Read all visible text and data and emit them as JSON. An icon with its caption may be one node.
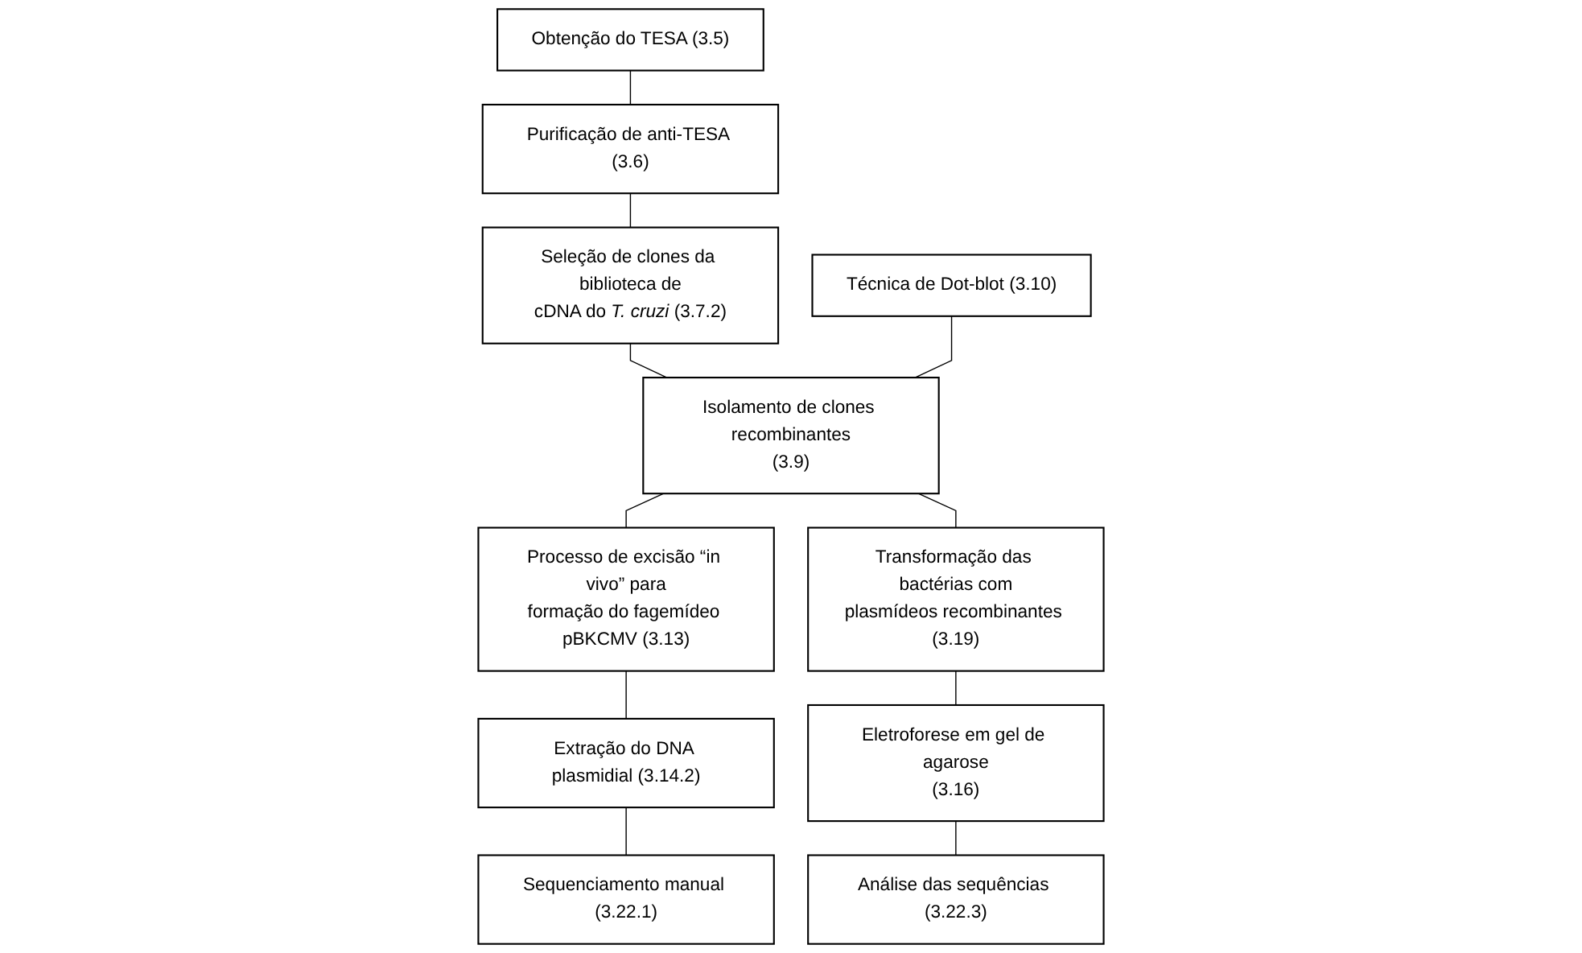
{
  "diagram": {
    "nodes": [
      {
        "text": [
          "Obtenção do TESA (3.5)"
        ]
      },
      {
        "text": [
          "Purificação de anti-TESA (3.6)"
        ]
      },
      {
        "text": [
          "Seleção de clones da biblioteca de cDNA do *T. cruzi* (3.7.2)"
        ]
      },
      {
        "text": [
          "Técnica de Dot-blot (3.10)"
        ]
      },
      {
        "text": [
          "Isolamento de clones recombinantes (3.9)"
        ]
      },
      {
        "text": [
          "Processo de excisão “in vivo” para formação do fagemídeo pBKCMV (3.13)"
        ]
      },
      {
        "text": [
          "Transformação das bactérias com plasmídeos recombinantes (3.19)"
        ]
      },
      {
        "text": [
          "Extração do DNA plasmidial (3.14.2)"
        ]
      },
      {
        "text": [
          "Eletroforese em gel de agarose (3.16)"
        ]
      },
      {
        "text": [
          "Sequenciamento manual (3.22.1)"
        ]
      },
      {
        "text": [
          "Análise das sequências (3.22.3)"
        ]
      }
    ],
    "edges": [
      {
        "from": 0,
        "to": 1,
        "arrow": "none"
      },
      {
        "from": 1,
        "to": 2,
        "arrow": "none"
      },
      {
        "from": 2,
        "to": 4,
        "arrow": "none"
      },
      {
        "from": 3,
        "to": 4,
        "arrow": "none"
      },
      {
        "from": 4,
        "to": 5,
        "arrow": "none"
      },
      {
        "from": 4,
        "to": 6,
        "arrow": "none"
      },
      {
        "from": 5,
        "to": 7,
        "arrow": "none"
      },
      {
        "from": 6,
        "to": 8,
        "arrow": "none"
      },
      {
        "from": 7,
        "to": 9,
        "arrow": "none"
      },
      {
        "from": 8,
        "to": 10,
        "arrow": "none"
      }
    ]
  }
}
